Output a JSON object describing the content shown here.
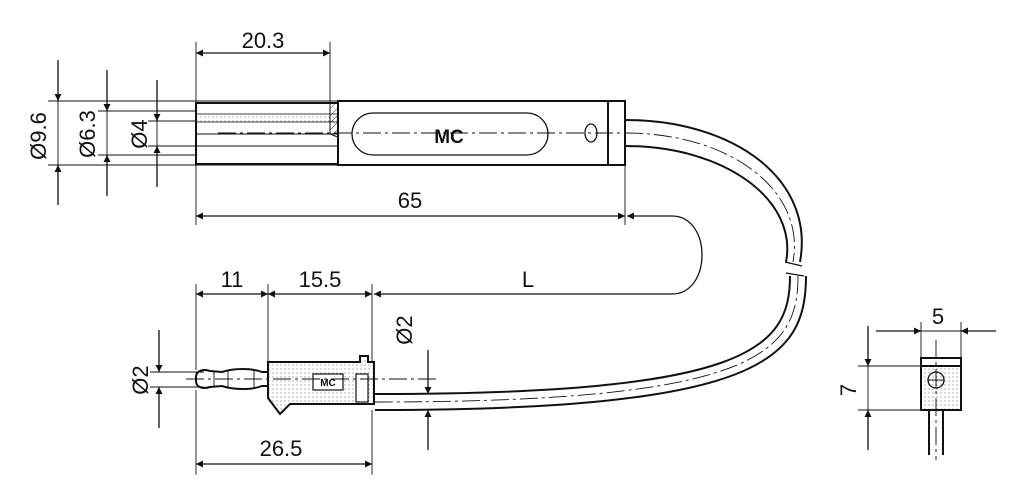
{
  "dimensions": {
    "top_plug_socket_length": "20.3",
    "top_plug_diameter_outer": "Ø9.6",
    "top_plug_diameter_mid": "Ø6.3",
    "top_plug_diameter_inner": "Ø4",
    "top_plug_total_length": "65",
    "cable_length": "L",
    "bottom_plug_pin_length": "11",
    "bottom_plug_body_length": "15.5",
    "bottom_plug_cable_diameter": "Ø2",
    "bottom_plug_pin_diameter": "Ø2",
    "bottom_plug_total_length": "26.5",
    "end_view_width": "5",
    "end_view_height": "7"
  },
  "logos": {
    "top_body": "MC",
    "bottom_body": "MC"
  }
}
